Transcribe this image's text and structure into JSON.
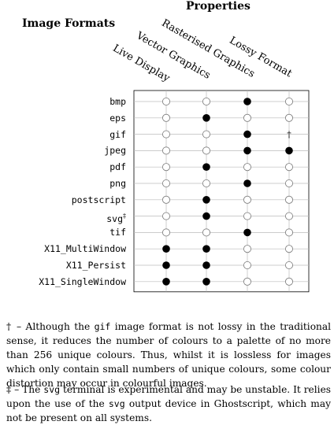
{
  "header": {
    "properties_title": "Properties",
    "formats_title": "Image Formats"
  },
  "columns": [
    "Live Display",
    "Vector Graphics",
    "Rasterised Graphics",
    "Lossy Format"
  ],
  "rows": [
    {
      "name": "bmp",
      "mark": "",
      "values": [
        0,
        0,
        1,
        0
      ],
      "note_col": -1
    },
    {
      "name": "eps",
      "mark": "",
      "values": [
        0,
        1,
        0,
        0
      ],
      "note_col": -1
    },
    {
      "name": "gif",
      "mark": "",
      "values": [
        0,
        0,
        1,
        0
      ],
      "note_col": 3,
      "note": "†"
    },
    {
      "name": "jpeg",
      "mark": "",
      "values": [
        0,
        0,
        1,
        1
      ],
      "note_col": -1
    },
    {
      "name": "pdf",
      "mark": "",
      "values": [
        0,
        1,
        0,
        0
      ],
      "note_col": -1
    },
    {
      "name": "png",
      "mark": "",
      "values": [
        0,
        0,
        1,
        0
      ],
      "note_col": -1
    },
    {
      "name": "postscript",
      "mark": "",
      "values": [
        0,
        1,
        0,
        0
      ],
      "note_col": -1
    },
    {
      "name": "svg",
      "mark": "‡",
      "values": [
        0,
        1,
        0,
        0
      ],
      "note_col": -1
    },
    {
      "name": "tif",
      "mark": "",
      "values": [
        0,
        0,
        1,
        0
      ],
      "note_col": -1
    },
    {
      "name": "X11_MultiWindow",
      "mark": "",
      "values": [
        1,
        1,
        0,
        0
      ],
      "note_col": -1
    },
    {
      "name": "X11_Persist",
      "mark": "",
      "values": [
        1,
        1,
        0,
        0
      ],
      "note_col": -1
    },
    {
      "name": "X11_SingleWindow",
      "mark": "",
      "values": [
        1,
        1,
        0,
        0
      ],
      "note_col": -1
    }
  ],
  "footnotes": {
    "dagger": {
      "mark": "†",
      "dash": "–",
      "part1": "Although the",
      "code": "gif",
      "part2": "image format is not lossy in the traditional sense, it reduces the number of colours to a palette of no more than 256 unique colours. Thus, whilst it is lossless for images which only contain small numbers of unique colours, some colour distortion may occur in colourful images."
    },
    "ddagger": {
      "mark": "‡",
      "dash": "–",
      "part1": "The",
      "code1": "svg",
      "part2": "terminal is experimental and may be unstable. It relies upon the use of the",
      "code2": "svg",
      "part3": "output device in Ghostscript, which may not be present on all systems."
    }
  }
}
